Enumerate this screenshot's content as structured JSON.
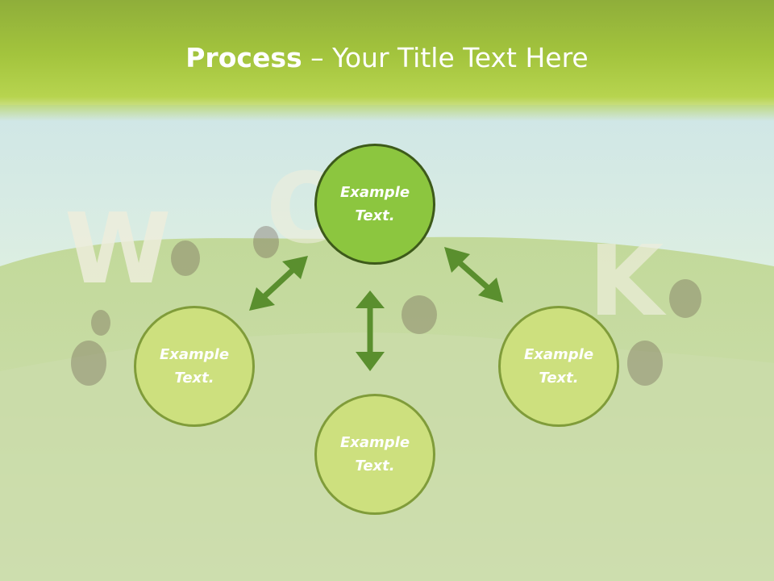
{
  "slide": {
    "title_strong": "Process",
    "title_rest": " – Your Title Text Here"
  },
  "nodes": [
    {
      "id": "top",
      "text": "Example\nText.",
      "color": "#8cc63f",
      "border": "#3d5a1a"
    },
    {
      "id": "left",
      "text": "Example\nText.",
      "color": "#cde07e",
      "border": "#809c3a"
    },
    {
      "id": "right",
      "text": "Example\nText.",
      "color": "#cde07e",
      "border": "#809c3a"
    },
    {
      "id": "bottom",
      "text": "Example\nText.",
      "color": "#cde07e",
      "border": "#809c3a"
    }
  ],
  "arrows": [
    {
      "from": "top",
      "to": "left",
      "type": "double-arrow"
    },
    {
      "from": "top",
      "to": "bottom",
      "type": "double-arrow"
    },
    {
      "from": "top",
      "to": "right",
      "type": "double-arrow"
    }
  ],
  "colors": {
    "arrow": "#5a8f2e",
    "title": "#ffffff",
    "header": "#a3c43d"
  },
  "background": {
    "image": "green moss with ants carrying letters"
  }
}
